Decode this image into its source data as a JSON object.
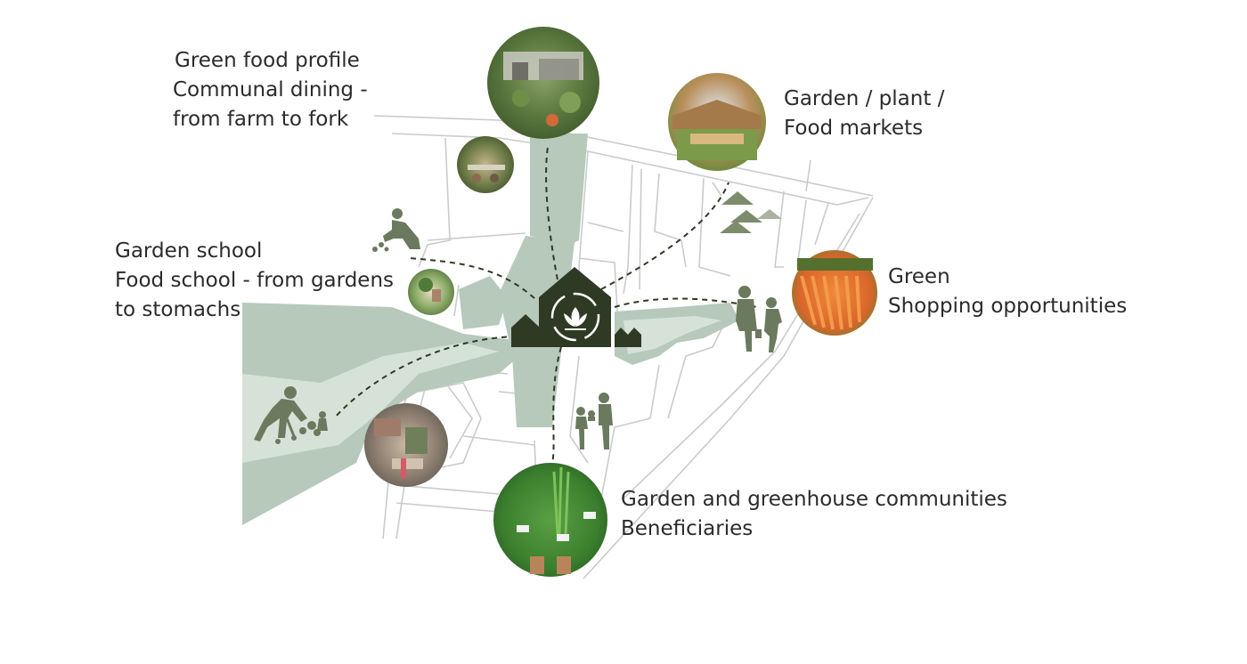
{
  "labels": {
    "dining": {
      "line1": "Green food profile",
      "line2": "Communal dining -",
      "line3": "from farm to fork"
    },
    "markets": {
      "line1": "Garden / plant /",
      "line2": "Food markets"
    },
    "school": {
      "line1": "Garden school",
      "line2": "Food school - from gardens",
      "line3": "to stomachs"
    },
    "shopping": {
      "line1": "Green",
      "line2": "Shopping opportunities"
    },
    "communities": {
      "line1": "Garden and greenhouse communities",
      "line2": "Beneficiaries"
    }
  },
  "colors": {
    "hub": "#2f3a24",
    "green_space": "#b6c9bb",
    "green_space_light": "#d6e2d8",
    "silhouette": "#6b7a5e",
    "streets": "#c8ccca",
    "text": "#2b2b2b"
  },
  "icons": {
    "hub": "lotus-cycle-house-icon"
  }
}
